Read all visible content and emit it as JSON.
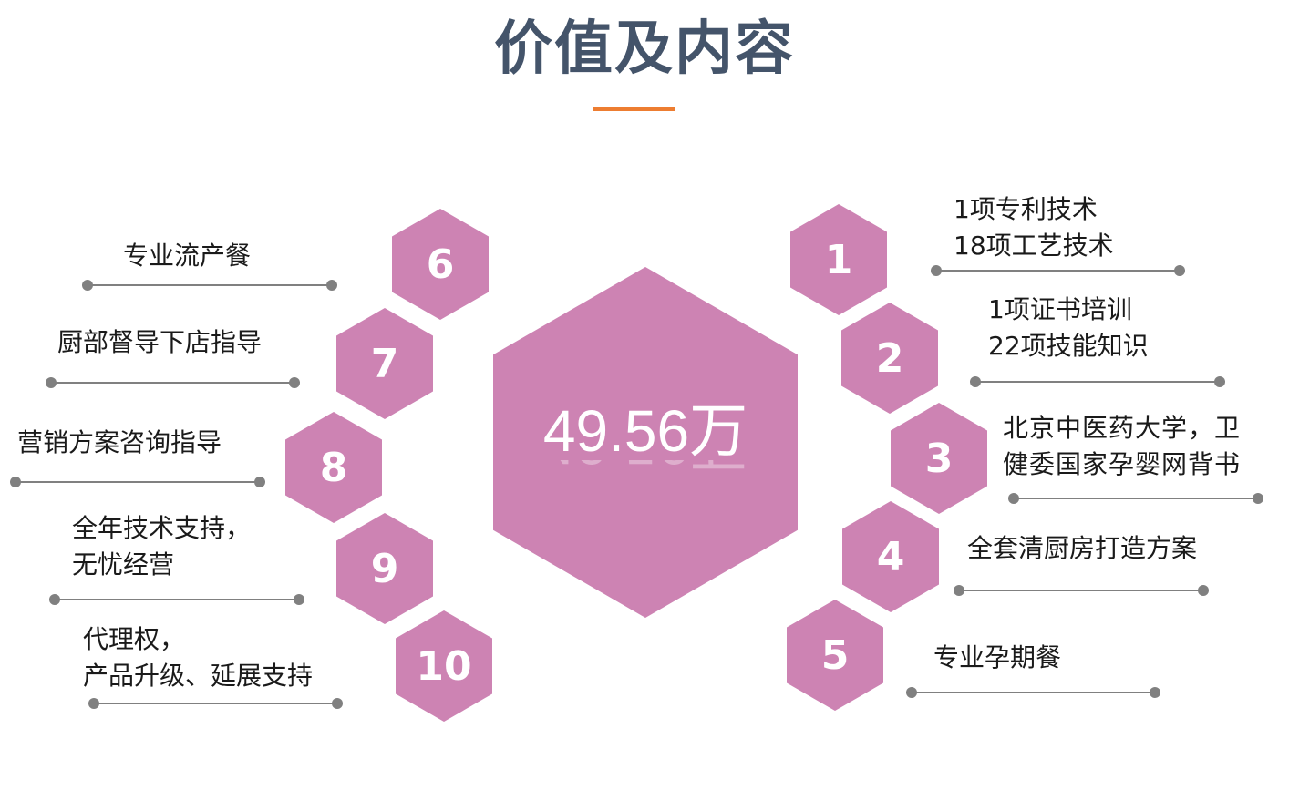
{
  "header": {
    "title": "价值及内容",
    "underline_color": "#ed7d31",
    "title_color": "#44546a"
  },
  "center": {
    "value": "49.56万",
    "hex_color": "#cd83b3"
  },
  "items": [
    {
      "num": "1",
      "lines": [
        "1项专利技术",
        "18项工艺技术"
      ]
    },
    {
      "num": "2",
      "lines": [
        "1项证书培训",
        "22项技能知识"
      ]
    },
    {
      "num": "3",
      "lines": [
        "北京中医药大学，卫",
        "健委国家孕婴网背书"
      ]
    },
    {
      "num": "4",
      "lines": [
        "全套清厨房打造方案"
      ]
    },
    {
      "num": "5",
      "lines": [
        "专业孕期餐"
      ]
    },
    {
      "num": "6",
      "lines": [
        "专业流产餐"
      ]
    },
    {
      "num": "7",
      "lines": [
        "厨部督导下店指导"
      ]
    },
    {
      "num": "8",
      "lines": [
        "营销方案咨询指导"
      ]
    },
    {
      "num": "9",
      "lines": [
        "全年技术支持，",
        "无忧经营"
      ]
    },
    {
      "num": "10",
      "lines": [
        "代理权，",
        "产品升级、延展支持"
      ]
    }
  ]
}
